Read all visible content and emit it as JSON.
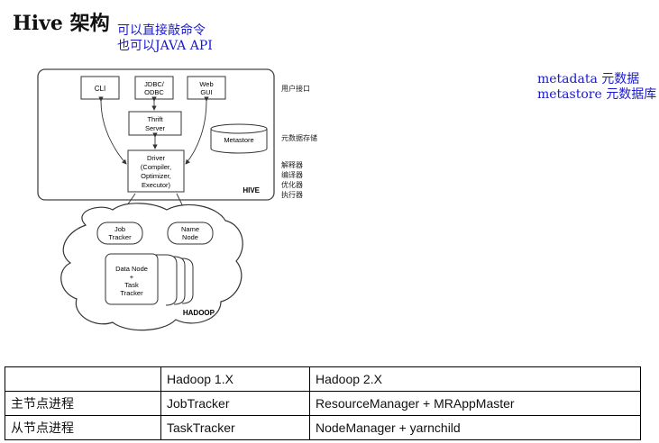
{
  "title": "Hive 架构",
  "notes": {
    "line1": "可以直接敲命令",
    "line2": "也可以JAVA API",
    "meta1": "metadata 元数据",
    "meta2": "metastore 元数据库"
  },
  "diagram": {
    "cli": "CLI",
    "jdbc": [
      "JDBC/",
      "ODBC"
    ],
    "web": [
      "Web",
      "GUI"
    ],
    "thrift": [
      "Thrift",
      "Server"
    ],
    "metastore": "Metastore",
    "driver": [
      "Driver",
      "(Compiler,",
      "Optimizer,",
      "Executor)"
    ],
    "hive": "HIVE",
    "job_tracker": [
      "Job",
      "Tracker"
    ],
    "name_node": [
      "Name",
      "Node"
    ],
    "data_node": [
      "Data Node",
      "+",
      "Task",
      "Tracker"
    ],
    "hadoop": "HADOOP",
    "side_user": "用户接口",
    "side_meta": "元数据存储",
    "side_exec": [
      "解释器",
      "编译器",
      "优化器",
      "执行器"
    ]
  },
  "table": {
    "header": [
      "",
      "Hadoop 1.X",
      "Hadoop 2.X"
    ],
    "rows": [
      [
        "主节点进程",
        "JobTracker",
        "ResourceManager + MRAppMaster"
      ],
      [
        "从节点进程",
        "TaskTracker",
        "NodeManager + yarnchild"
      ]
    ]
  }
}
